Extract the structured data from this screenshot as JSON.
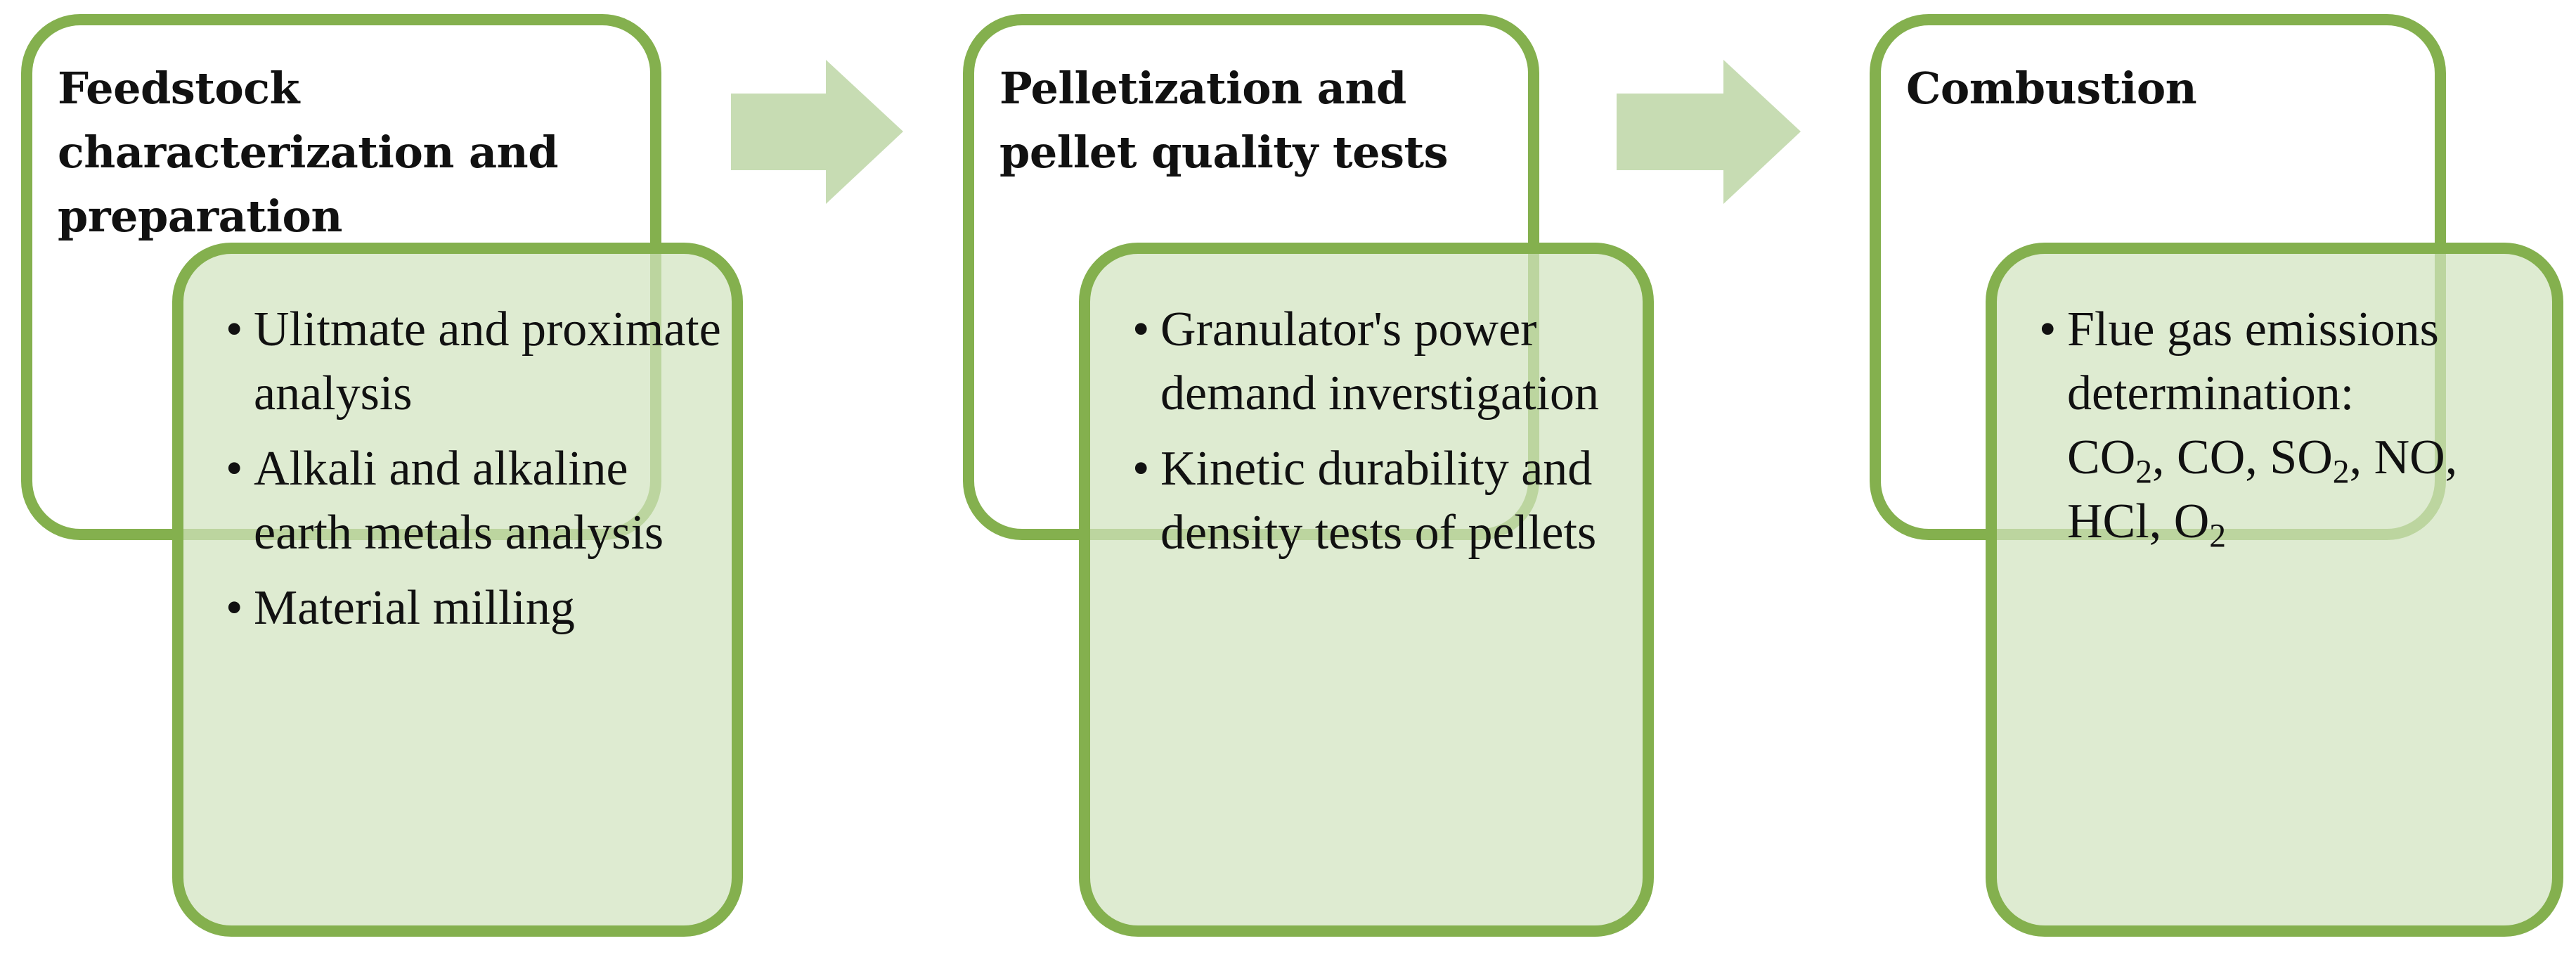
{
  "steps": [
    {
      "title": "Feedstock characterization and preparation",
      "items": [
        "Ulitmate and proximate analysis",
        "Alkali and alkaline earth metals analysis",
        "Material milling"
      ]
    },
    {
      "title": "Pelletization and pellet quality tests",
      "items": [
        "Granulator's power demand inverstigation",
        "Kinetic durability and density tests of pellets"
      ]
    },
    {
      "title": "Combustion",
      "items": [
        "Flue gas emissions determination:"
      ],
      "species": [
        {
          "base": "CO",
          "sub": "2",
          "sep": ", "
        },
        {
          "base": "CO",
          "sub": "",
          "sep": ", "
        },
        {
          "base": "SO",
          "sub": "2",
          "sep": ", "
        },
        {
          "base": "NO",
          "sub": "",
          "sep": ", "
        },
        {
          "base": "HCl",
          "sub": "",
          "sep": ", "
        },
        {
          "base": "O",
          "sub": "2",
          "sep": ""
        }
      ]
    }
  ],
  "bullet_symbol": "•",
  "colors": {
    "border": "#84b04e",
    "inner_fill": "#d1e3bf",
    "arrow": "#c7dcb3",
    "text": "#111111"
  }
}
